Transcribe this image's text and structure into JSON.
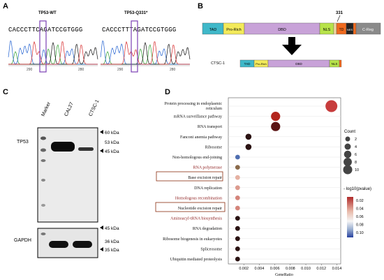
{
  "panels": {
    "A": "A",
    "B": "B",
    "C": "C",
    "D": "D"
  },
  "panelA": {
    "wt_title": "TP53-WT",
    "mut_title": "TP53-Q331*",
    "wt_seq": "CACCCTTCAGATCCGTGGG",
    "mut_seq": "CACCCTTTAGATCCGTGGG",
    "wt_ticks": [
      "290",
      "280"
    ],
    "mut_ticks": [
      "290",
      "280"
    ],
    "trace_colors": {
      "A": "#2ca02c",
      "C": "#1f5fd0",
      "G": "#111111",
      "T": "#d62728"
    },
    "box_color": "#7b3fb5"
  },
  "panelB": {
    "position_label": "331",
    "wt_domains": [
      {
        "label": "TAD",
        "color": "#3fb8c9"
      },
      {
        "label": "Pro-Rich",
        "color": "#f3ea5a"
      },
      {
        "label": "DBD",
        "color": "#c8a2d8"
      },
      {
        "label": "NLS",
        "color": "#b7e34a"
      },
      {
        "label": "TD",
        "color": "#ef6a1f"
      },
      {
        "label": "NES",
        "color": "#222222"
      },
      {
        "label": "C-Reg",
        "color": "#8a8a8a"
      }
    ],
    "mut_label": "CTSC-1",
    "mut_domains": [
      {
        "label": "TAD",
        "color": "#3fb8c9"
      },
      {
        "label": "Pro-Rich",
        "color": "#f3ea5a"
      },
      {
        "label": "DBD",
        "color": "#c8a2d8"
      },
      {
        "label": "NLS",
        "color": "#b7e34a"
      }
    ]
  },
  "panelC": {
    "lanes": [
      "Marker",
      "CAL27",
      "CTSC-1"
    ],
    "tp53_label": "TP53",
    "gapdh_label": "GAPDH",
    "tp53_markers": [
      "60 kDa",
      "53 kDa",
      "45 kDa"
    ],
    "gapdh_markers": [
      "45 kDa",
      "36 kDa",
      "35 kDa"
    ]
  },
  "chart_data": {
    "type": "scatter",
    "xlabel": "GeneRatio",
    "xlim": [
      0,
      0.0145
    ],
    "xticks": [
      "0.002",
      "0.004",
      "0.006",
      "0.008",
      "0.010",
      "0.012",
      "0.014"
    ],
    "categories": [
      "Protein processing in endoplasmic reticulum",
      "mRNA surveillance pathway",
      "RNA transport",
      "Fanconi anemia pathway",
      "Ribosome",
      "Non-homologous end-joining",
      "RNA polymerase",
      "Base excision repair",
      "DNA replication",
      "Homologous recombination",
      "Nucleotide excision repair",
      "Aminoacyl-tRNA biosynthesis",
      "RNA degradation",
      "Ribosome biogenesis in eukaryotes",
      "Spliceosome",
      "Ubiquitin mediated proteolysis"
    ],
    "highlighted": [
      "Base excision repair",
      "Nucleotide excision repair"
    ],
    "red_labels": [
      "RNA polymerase",
      "Homologous recombination",
      "Aminoacyl-tRNA biosynthesis"
    ],
    "series": [
      {
        "values": [
          {
            "x": 0.0133,
            "count": 11,
            "p": 0.034
          },
          {
            "x": 0.0061,
            "count": 6,
            "p": 0.032
          },
          {
            "x": 0.0061,
            "count": 6,
            "p": 0.036
          },
          {
            "x": 0.0026,
            "count": 2,
            "p": 0.032
          },
          {
            "x": 0.0026,
            "count": 2,
            "p": 0.036
          },
          {
            "x": 0.0012,
            "count": 1,
            "p": 0.09
          },
          {
            "x": 0.0012,
            "count": 1,
            "p": 0.05
          },
          {
            "x": 0.0012,
            "count": 1,
            "p": 0.05
          },
          {
            "x": 0.0012,
            "count": 1,
            "p": 0.045
          },
          {
            "x": 0.0012,
            "count": 1,
            "p": 0.04
          },
          {
            "x": 0.0012,
            "count": 1,
            "p": 0.04
          },
          {
            "x": 0.0012,
            "count": 1,
            "p": 0.035
          },
          {
            "x": 0.0012,
            "count": 1,
            "p": 0.035
          },
          {
            "x": 0.0012,
            "count": 1,
            "p": 0.035
          },
          {
            "x": 0.0012,
            "count": 1,
            "p": 0.035
          },
          {
            "x": 0.0012,
            "count": 1,
            "p": 0.035
          }
        ]
      }
    ],
    "size_legend": {
      "title": "Count",
      "values": [
        "2",
        "4",
        "6",
        "8",
        "10"
      ]
    },
    "color_legend": {
      "title": "- log10(pvalue)",
      "ticks": [
        "0.02",
        "0.04",
        "0.06",
        "0.08",
        "0.10"
      ]
    }
  }
}
